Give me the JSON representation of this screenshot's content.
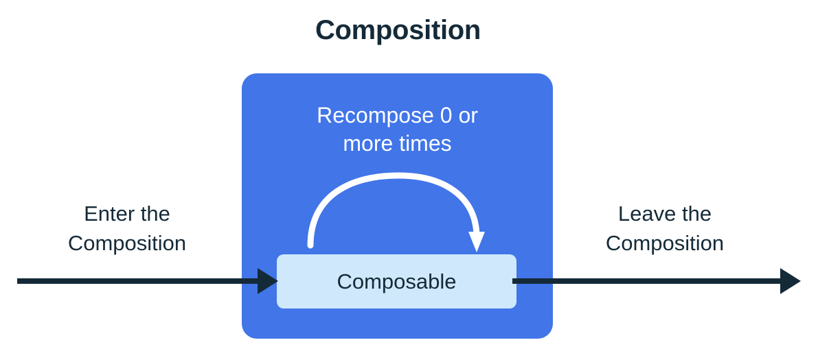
{
  "title": "Composition",
  "composition_box": {
    "recompose_label_line1": "Recompose 0 or",
    "recompose_label_line2": "more times",
    "recompose_arrow_icon": "curved-loop-arrow-icon",
    "composable_label": "Composable"
  },
  "enter": {
    "caption_line1": "Enter the",
    "caption_line2": "Composition",
    "arrow_icon": "right-arrow-icon"
  },
  "leave": {
    "caption_line1": "Leave the",
    "caption_line2": "Composition",
    "arrow_icon": "right-arrow-icon"
  },
  "colors": {
    "background": "#ffffff",
    "composition_blue": "#4175e8",
    "composable_light_blue": "#d0e8fb",
    "text_navy": "#152a38",
    "arc_white": "#ffffff"
  }
}
